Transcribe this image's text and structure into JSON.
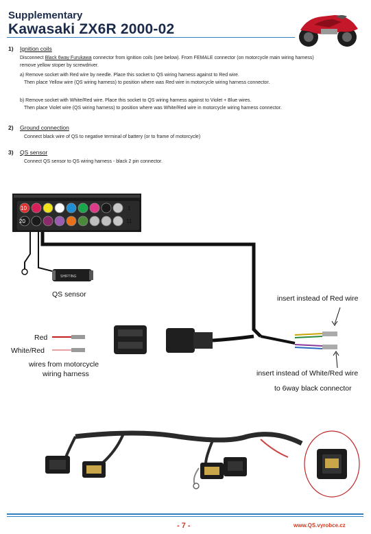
{
  "header": {
    "supplementary": "Supplementary",
    "title": "Kawasaki ZX6R 2000-02"
  },
  "sections": [
    {
      "number": "1)",
      "title": "Ignition coils",
      "intro_pre": "Disconnect ",
      "intro_link": "Black 6way Furukawa",
      "intro_post": " connector from ignition coils (see below). From FEMALE connector (on motorcycle main wiring harness)",
      "intro_line2": "remove yellow stoper by screwdriver.",
      "a1": "a) Remove socket with Red wire by needle. Place this socket to QS wiring harness against to Red wire.",
      "a2": "Then place Yellow wire (QS wiring harness) to position where was Red wire in motorcycle wiring harness connector.",
      "b1": "b) Remove socket with White/Red wire. Place this socket to QS wiring harness against to Violet + Blue wires.",
      "b2": "Then place Violet wire (QS wiring harness) to position where was White/Red wire in motorcycle wiring harness connector."
    },
    {
      "number": "2)",
      "title": "Ground connection",
      "text": "Connect black wire of QS to negative terminal of battery (or to frame of motorcycle)"
    },
    {
      "number": "3)",
      "title": "QS sensor",
      "text": "Connect QS sensor to QS wiring harness - black 2 pin connector."
    }
  ],
  "connector": {
    "top_left_num": "10",
    "top_right_num": "1",
    "bottom_left_num": "20",
    "bottom_right_num": "11",
    "top_colors": [
      "#e0302e",
      "#d81f5a",
      "#f2e21a",
      "#ffffff",
      "#1f8fd6",
      "#1aa64a",
      "#e03a8a",
      "#1a1a1a"
    ],
    "bottom_colors": [
      "#1a1a1a",
      "#1a1a1a",
      "#8b2a6a",
      "#9a5bb0",
      "#e8701a",
      "#4a8a3a",
      "#c0c0c0",
      "#c0c0c0"
    ]
  },
  "labels": {
    "qs_sensor": "QS sensor",
    "sensor_brand": "SHIFTING",
    "insert_red": "insert instead of Red wire",
    "red": "Red",
    "white_red": "White/Red",
    "wires_from_1": "wires from motorcycle",
    "wires_from_2": "wiring harness",
    "insert_white_red": "insert instead of White/Red wire",
    "to_6way": "to 6way black connector"
  },
  "footer": {
    "page": "- 7 -",
    "site": "www.QS.vyrobce.cz"
  },
  "colors": {
    "title_navy": "#1b2a4a",
    "accent_blue": "#2d7fc1",
    "footer_red": "#d13b1e"
  }
}
